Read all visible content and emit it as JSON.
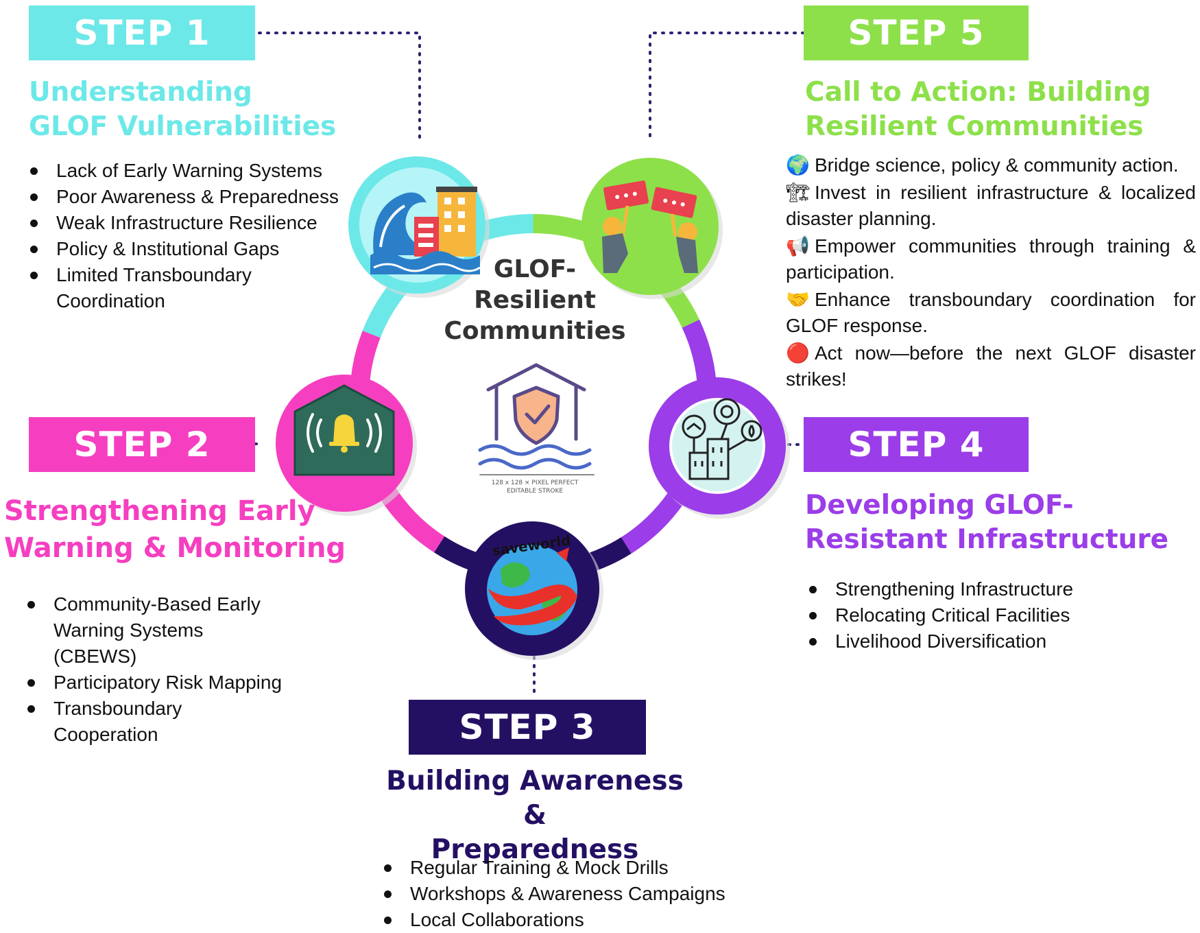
{
  "center": {
    "title_lines": [
      "GLOF-",
      "Resilient",
      "Communities"
    ],
    "icon_caption": [
      "128 x 128  ×  PIXEL PERFECT",
      "EDITABLE STROKE"
    ],
    "icon": "house-shield-flood-icon"
  },
  "colors": {
    "step1": "#6de8e8",
    "step2": "#f53fc0",
    "step3": "#241063",
    "step4": "#9b3de8",
    "step5": "#8de04a",
    "center_text": "#333333"
  },
  "steps": [
    {
      "badge": "STEP 1",
      "title_lines": [
        "Understanding",
        "GLOF Vulnerabilities"
      ],
      "items": [
        "Lack of Early Warning Systems",
        "Poor Awareness & Preparedness",
        "Weak Infrastructure Resilience",
        "Policy & Institutional Gaps",
        "Limited Transboundary Coordination"
      ],
      "icon": "tsunami-building-icon"
    },
    {
      "badge": "STEP 2",
      "title_lines": [
        "Strengthening Early",
        "Warning & Monitoring"
      ],
      "items": [
        "Community-Based Early Warning Systems (CBEWS)",
        "Participatory Risk Mapping",
        "Transboundary Cooperation"
      ],
      "icon": "alarm-bell-icon"
    },
    {
      "badge": "STEP 3",
      "title_lines": [
        "Building Awareness &",
        "Preparedness"
      ],
      "items": [
        "Regular Training & Mock Drills",
        "Workshops & Awareness Campaigns",
        "Local Collaborations"
      ],
      "icon": "save-world-globe-icon",
      "icon_text": "saveworld"
    },
    {
      "badge": "STEP 4",
      "title_lines": [
        "Developing GLOF-",
        "Resistant Infrastructure"
      ],
      "items": [
        "Strengthening Infrastructure",
        "Relocating Critical Facilities",
        "Livelihood Diversification"
      ],
      "icon": "smart-city-sensors-icon"
    },
    {
      "badge": "STEP 5",
      "title_lines": [
        "Call to Action: Building",
        "Resilient Communities"
      ],
      "actions": [
        {
          "emoji": "🌍",
          "emoji_name": "globe-icon",
          "text": "Bridge science, policy & community action."
        },
        {
          "emoji": "🏗",
          "emoji_name": "construction-icon",
          "text": "Invest in resilient infrastructure & localized disaster planning."
        },
        {
          "emoji": "📢",
          "emoji_name": "megaphone-icon",
          "text": "Empower communities through training & participation."
        },
        {
          "emoji": "🤝",
          "emoji_name": "handshake-icon",
          "text": "Enhance transboundary coordination for GLOF response."
        },
        {
          "emoji": "🔴",
          "emoji_name": "red-circle-icon",
          "text": "Act now—before the next GLOF disaster strikes!"
        }
      ],
      "icon": "protest-signs-icon"
    }
  ]
}
